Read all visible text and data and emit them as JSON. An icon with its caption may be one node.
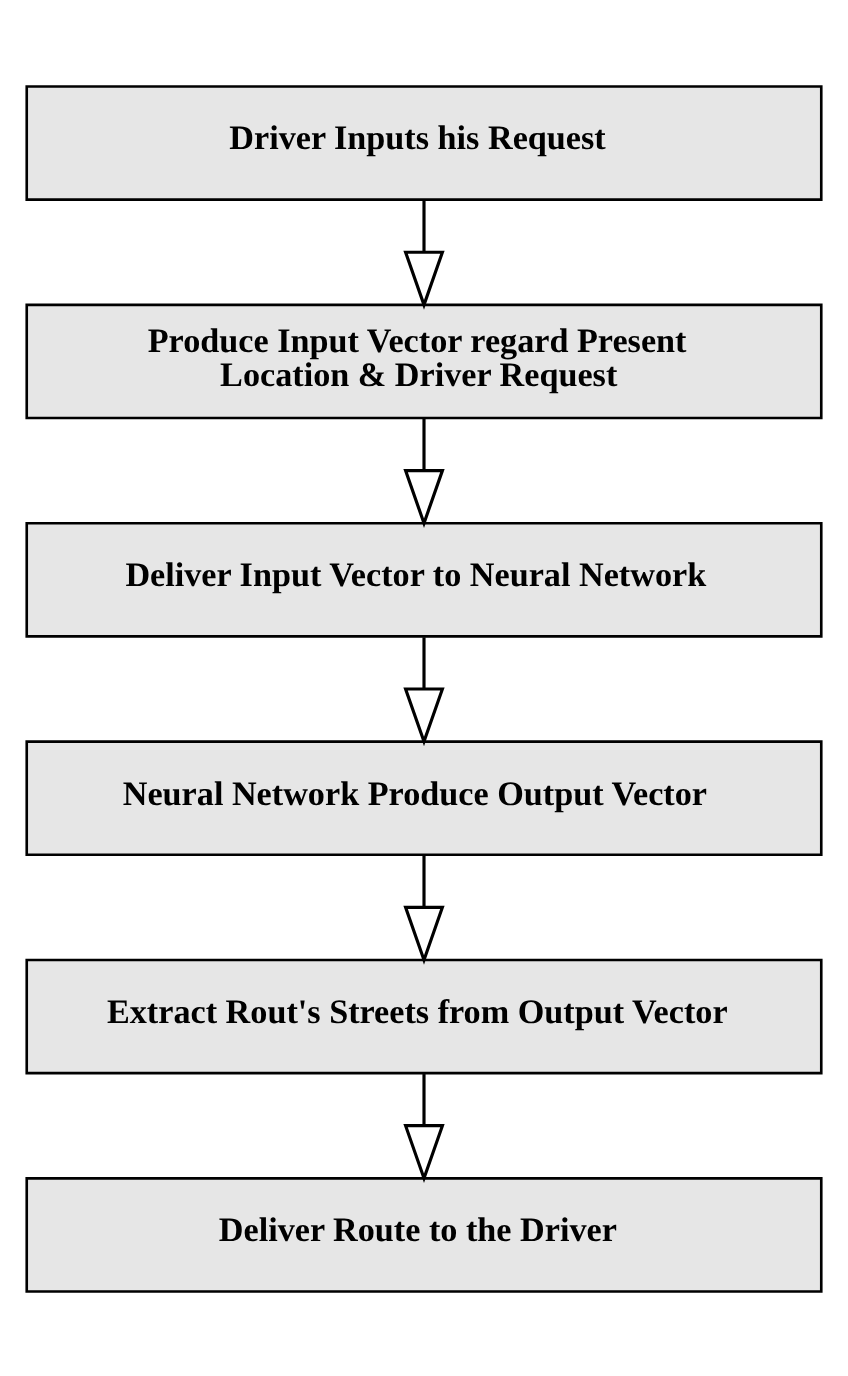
{
  "diagram": {
    "nodes": [
      {
        "text": [
          "Driver Inputs his Request"
        ]
      },
      {
        "text": [
          "Produce Input Vector regard Present Location & Driver Request"
        ]
      },
      {
        "text": [
          "Deliver Input Vector to Neural Network"
        ]
      },
      {
        "text": [
          "Neural Network Produce Output Vector"
        ]
      },
      {
        "text": [
          "Extract Rout's Streets from Output Vector"
        ]
      },
      {
        "text": [
          "Deliver Route to the Driver"
        ]
      }
    ],
    "edges": [
      {
        "from": 0,
        "to": 1,
        "arrow": "to"
      },
      {
        "from": 1,
        "to": 2,
        "arrow": "to"
      },
      {
        "from": 2,
        "to": 3,
        "arrow": "to"
      },
      {
        "from": 3,
        "to": 4,
        "arrow": "to"
      },
      {
        "from": 4,
        "to": 5,
        "arrow": "to"
      }
    ]
  }
}
